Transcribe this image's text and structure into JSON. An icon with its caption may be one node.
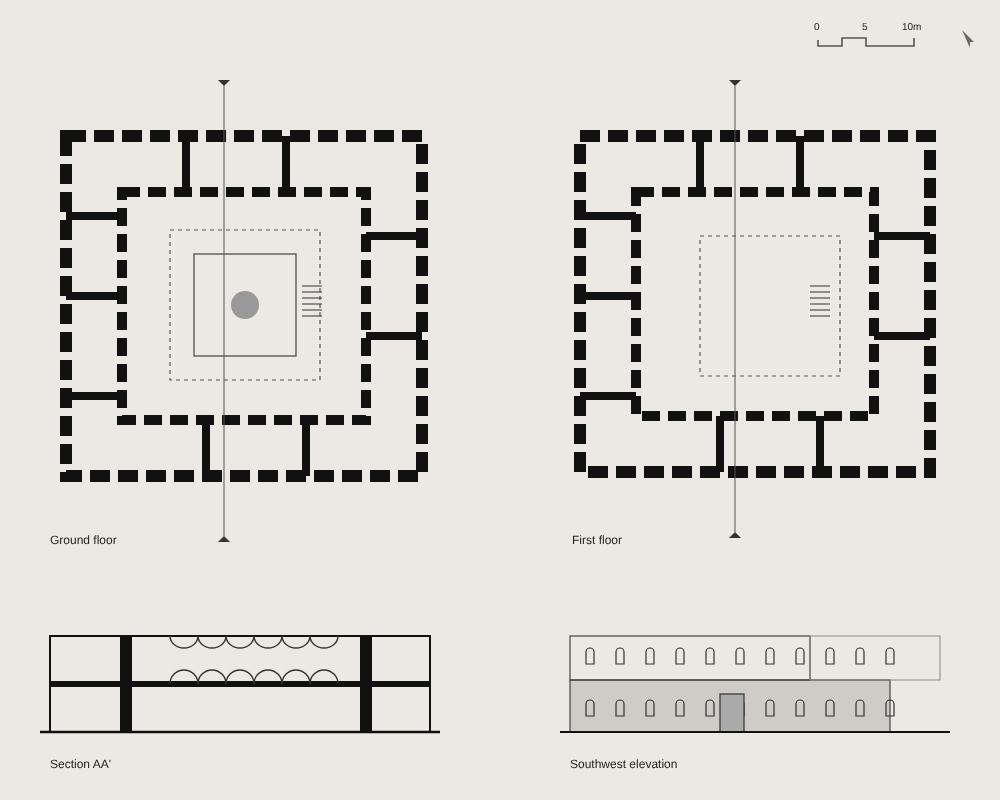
{
  "diagram": {
    "labels": [
      "0",
      "5",
      "10m",
      "Ground floor",
      "First floor",
      "Section AA'",
      "Southwest elevation"
    ]
  }
}
